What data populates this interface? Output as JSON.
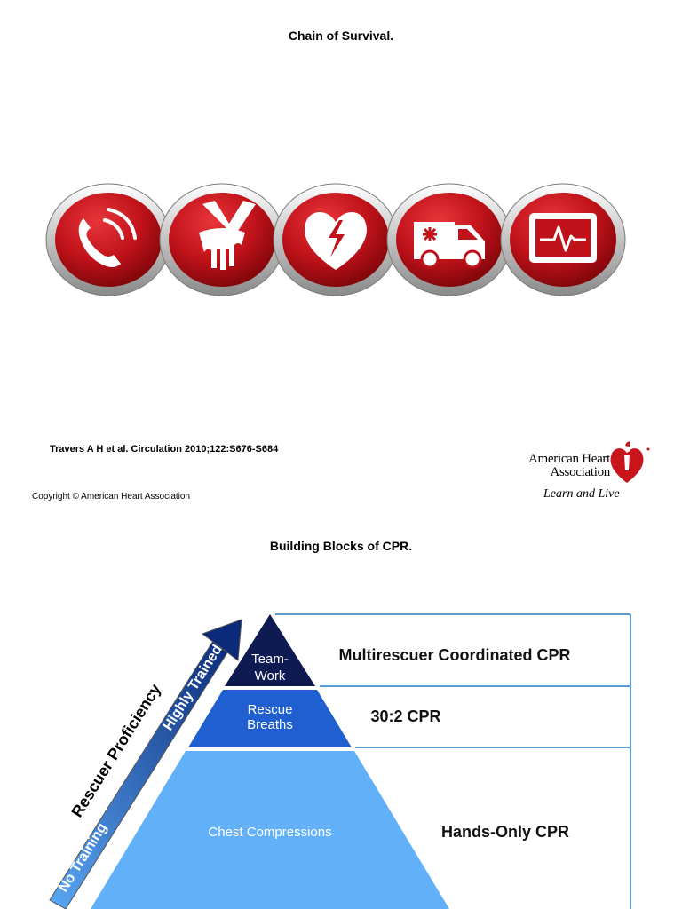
{
  "slide1": {
    "title": "Chain of Survival.",
    "links": [
      {
        "icon": "phone-icon"
      },
      {
        "icon": "cpr-hands-icon"
      },
      {
        "icon": "heart-defibrillation-icon"
      },
      {
        "icon": "ambulance-icon"
      },
      {
        "icon": "heart-monitor-icon"
      }
    ],
    "citation": "Travers A H et al. Circulation 2010;122:S676-S684",
    "copyright": "Copyright © American Heart Association",
    "logo": {
      "line1": "American Heart",
      "line2": "Association",
      "tagline": "Learn and Live"
    }
  },
  "slide2": {
    "title": "Building Blocks of CPR.",
    "arrow_label_main": "Rescuer Proficiency",
    "arrow_label_low": "No Training",
    "arrow_label_high": "Highly Trained",
    "levels": [
      {
        "block": [
          "Team-",
          "Work"
        ],
        "label": "Multirescuer Coordinated CPR"
      },
      {
        "block": [
          "Rescue",
          "Breaths"
        ],
        "label": "30:2 CPR"
      },
      {
        "block": [
          "Chest Compressions"
        ],
        "label": "Hands-Only CPR"
      }
    ]
  },
  "colors": {
    "red": "#c0121a",
    "navy": "#0e1a52",
    "mid_blue": "#1f5fcf",
    "light_blue": "#62b0f8",
    "frame_blue": "#5b9bd5"
  }
}
